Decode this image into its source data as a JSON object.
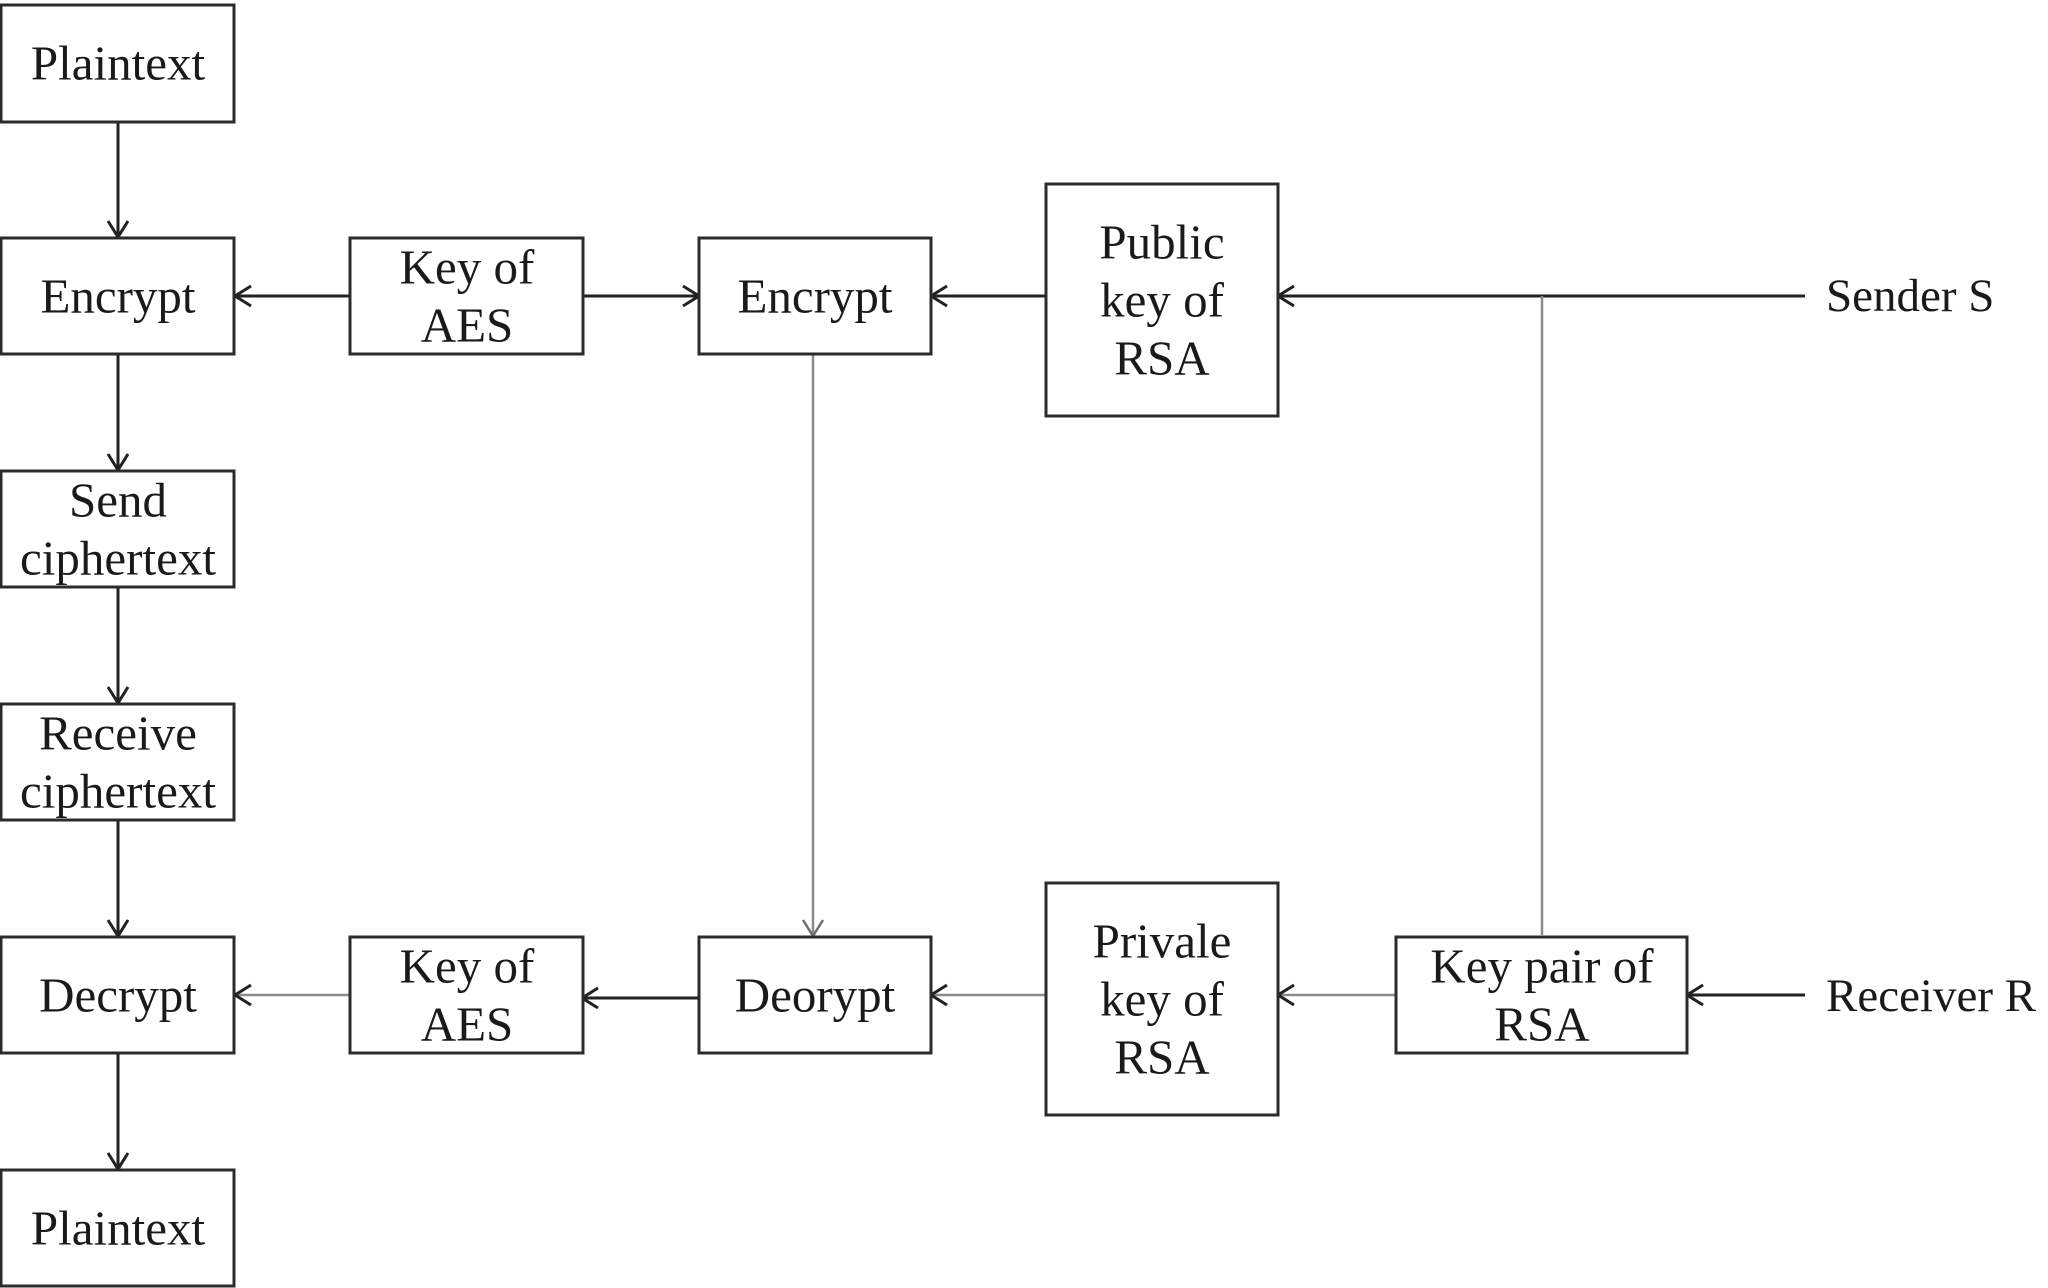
{
  "nodes": {
    "plaintext_top": [
      "Plaintext"
    ],
    "encrypt_left": [
      "Encrypt"
    ],
    "key_aes_top": [
      "Key of",
      "AES"
    ],
    "encrypt_mid": [
      "Encrypt"
    ],
    "public_key_rsa": [
      "Public",
      "key of",
      "RSA"
    ],
    "send_ciphertext": [
      "Send",
      "ciphertext"
    ],
    "receive_ciphertext": [
      "Receive",
      "ciphertext"
    ],
    "decrypt_left": [
      "Decrypt"
    ],
    "key_aes_bottom": [
      "Key of",
      "AES"
    ],
    "decrypt_mid": [
      "Deorypt"
    ],
    "private_key_rsa": [
      "Privale",
      "key of",
      "RSA"
    ],
    "key_pair_rsa": [
      "Key pair of",
      "RSA"
    ],
    "plaintext_bottom": [
      "Plaintext"
    ]
  },
  "labels": {
    "sender": "Sender S",
    "receiver": "Receiver R"
  }
}
